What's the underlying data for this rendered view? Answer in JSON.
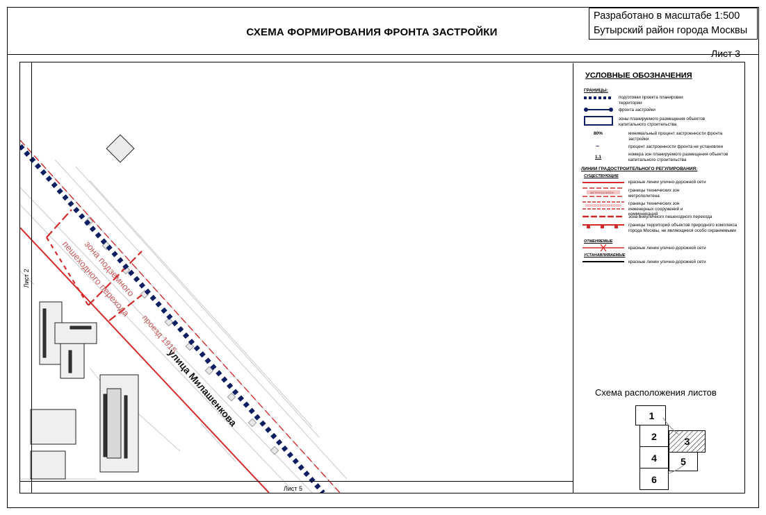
{
  "header": {
    "title": "СХЕМА ФОРМИРОВАНИЯ ФРОНТА ЗАСТРОЙКИ",
    "stamp_line1": "Разработано в масштабе 1:500",
    "stamp_line2": "Бутырский район города Москвы",
    "sheet_label": "Лист 3"
  },
  "map": {
    "neighbor_left": "Лист 2",
    "neighbor_bottom": "Лист 5",
    "street_label": "улица Милашенкова",
    "proezd_label": "проезд 1915",
    "zone_label_line1": "зона подземного",
    "zone_label_line2": "пешеходного перехода",
    "colors": {
      "red_line": "#d42a2a",
      "front_line": "#0b1e63",
      "zone_text": "#c85a5a"
    }
  },
  "legend": {
    "title": "УСЛОВНЫЕ ОБОЗНАЧЕНИЯ",
    "boundaries_header": "ГРАНИЦЫ:",
    "items_boundaries": [
      {
        "icon": "dotted-navy-line-icon",
        "text": "подготовки проекта планировки территории"
      },
      {
        "icon": "front-line-icon",
        "text": "фронта застройки"
      },
      {
        "icon": "zone-rect-icon",
        "text": "зоны планируемого размещения объектов капитального строительства"
      },
      {
        "icon": "percent-80",
        "label": "80%",
        "text": "минимальный процент застроенности фронта застройки"
      },
      {
        "icon": "dash-icon",
        "label": "–",
        "text": "процент застроенности фронта не установлен"
      },
      {
        "icon": "zone-number",
        "label": "1.1",
        "text": "номера зон планируемого размещения объектов капитального строительства"
      }
    ],
    "regulation_header": "ЛИНИИ ГРАДОСТРОИТЕЛЬНОГО РЕГУЛИРОВАНИЯ:",
    "existing_header": "СУЩЕСТВУЮЩИЕ",
    "items_existing": [
      {
        "icon": "red-line-icon",
        "text": "красные линии улично-дорожной сети"
      },
      {
        "icon": "metro-zone-icon",
        "label": "МЕТРОПОЛИТЕН",
        "text": "границы технических зон метрополитена"
      },
      {
        "icon": "engineering-zone-icon",
        "text": "границы технических зон инженерных сооружений и коммуникаций"
      },
      {
        "icon": "pedestrian-zone-icon",
        "text": "зона внеуличного пешеходного перехода"
      },
      {
        "icon": "nature-boundary-icon",
        "text": "границы территорий объектов природного комплекса города Москвы, не являющиеся особо охраняемыми"
      }
    ],
    "cancelled_header": "ОТМЕНЯЕМЫЕ",
    "items_cancelled": [
      {
        "icon": "cancelled-red-line-icon",
        "text": "красные линии улично-дорожной сети"
      }
    ],
    "established_header": "УСТАНАВЛИВАЕМЫЕ",
    "items_established": [
      {
        "icon": "established-line-icon",
        "text": "красные линии улично-дорожной сети"
      }
    ]
  },
  "sheet_scheme": {
    "title": "Схема расположения листов",
    "sheets": [
      "1",
      "2",
      "3",
      "4",
      "5",
      "6"
    ],
    "current_sheet": "3"
  }
}
